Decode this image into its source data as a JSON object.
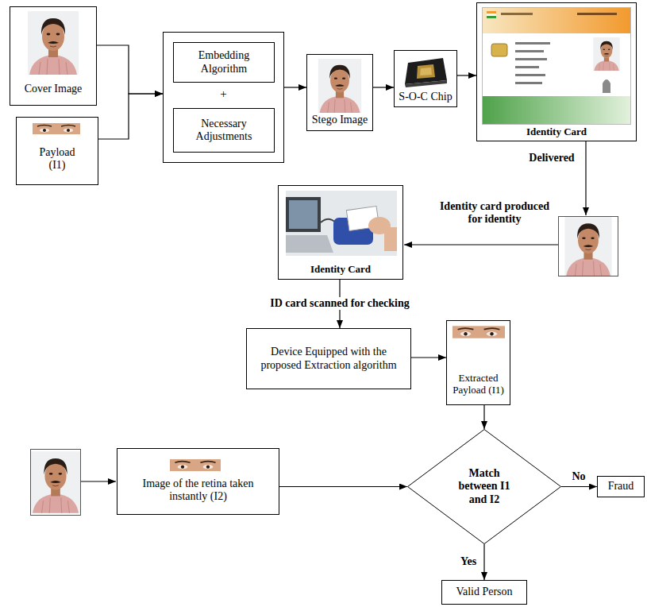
{
  "diagram": {
    "nodes": [
      {
        "text": [
          "Cover Image"
        ]
      },
      {
        "text": [
          "Payload (I1)"
        ]
      },
      {
        "text": [
          "+"
        ]
      },
      {
        "text": [
          "Embedding Algorithm"
        ],
        "in": 2
      },
      {
        "text": [
          "Necessary Adjustments"
        ],
        "in": 2
      },
      {
        "text": [
          "Stego Image"
        ]
      },
      {
        "text": [
          "S-O-C Chip"
        ]
      },
      {
        "text": [
          "Identity Card"
        ]
      },
      {
        "text": [
          "Identity Card"
        ]
      },
      {
        "text": [
          "Device Equipped with the proposed Extraction algorithm"
        ]
      },
      {
        "text": [
          "Extracted Payload (I1)"
        ]
      },
      {
        "text": [
          "Image of the retina taken instantly (I2)"
        ]
      },
      {
        "text": [
          "Match between I1 and I2"
        ]
      },
      {
        "text": [
          "Fraud"
        ]
      },
      {
        "text": [
          "Valid Person"
        ]
      }
    ],
    "edges": [
      {
        "from": 0,
        "to": 2,
        "arrow": "to"
      },
      {
        "from": 1,
        "to": 2,
        "arrow": "to"
      },
      {
        "from": 2,
        "to": 5,
        "arrow": "to"
      },
      {
        "from": 5,
        "to": 6,
        "arrow": "to"
      },
      {
        "from": 6,
        "to": 7,
        "arrow": "to"
      },
      {
        "from": 8,
        "to": 9,
        "label": "ID card scanned for checking",
        "arrow": "to"
      },
      {
        "from": 9,
        "to": 10,
        "arrow": "to"
      },
      {
        "from": 10,
        "to": 12,
        "arrow": "to"
      },
      {
        "from": 11,
        "to": 12,
        "arrow": "to"
      },
      {
        "from": 12,
        "to": 13,
        "label": "No",
        "arrow": "to"
      },
      {
        "from": 12,
        "to": 14,
        "label": "Yes",
        "arrow": "to"
      }
    ],
    "labels": [
      "Delivered",
      "Identity card produced for identity"
    ]
  }
}
